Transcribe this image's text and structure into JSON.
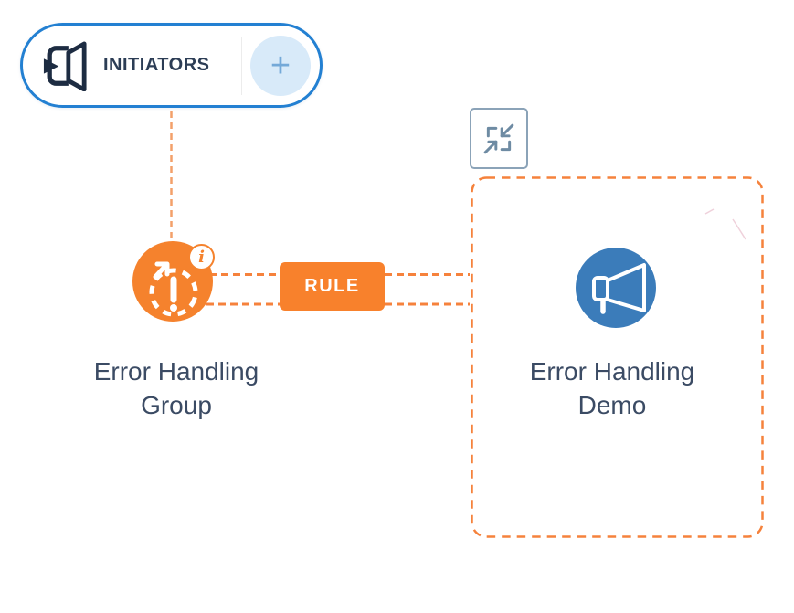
{
  "colors": {
    "orange": "#f5822d",
    "rule_orange": "#f8812c",
    "connector_orange": "#f6823c",
    "initiator_line_orange": "#f3a06a",
    "pill_border_blue": "#2380d2",
    "node_blue": "#3b7cba",
    "icon_navy": "#1d2c42",
    "caption_text": "#3b4b64",
    "collapse_slate": "#6e8ba3",
    "plus_bg": "#d8eaf9",
    "plus_fg": "#74a9d8"
  },
  "initiators": {
    "label": "INITIATORS",
    "add_button_label": "+",
    "icon": "door-enter-icon"
  },
  "group_node": {
    "label_line1": "Error Handling",
    "label_line2": "Group",
    "info_badge_label": "i",
    "icon": "retry-exclamation-icon"
  },
  "rule": {
    "label": "RULE"
  },
  "demo_node": {
    "label_line1": "Error Handling",
    "label_line2": "Demo",
    "icon": "megaphone-icon"
  },
  "collapse_button": {
    "icon": "collapse-arrows-icon"
  }
}
